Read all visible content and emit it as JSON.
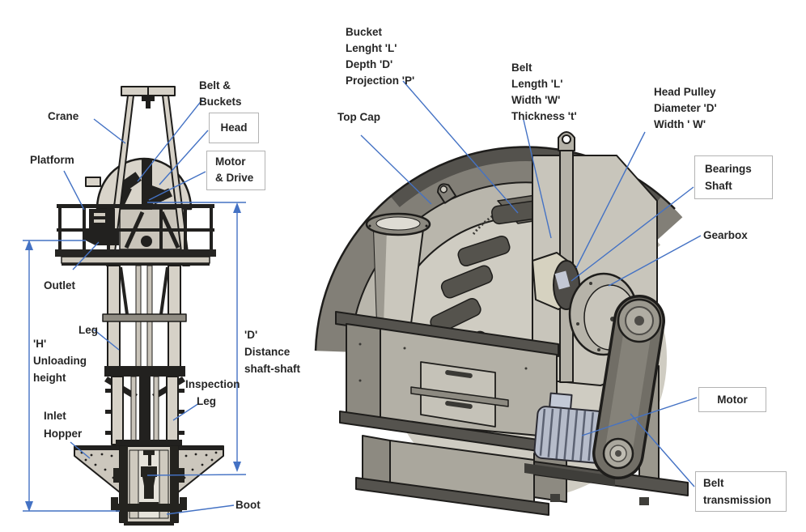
{
  "canvas": {
    "background": "#ffffff"
  },
  "colors": {
    "leader_blue": "#4472c4",
    "label_text": "#262626",
    "label_box_border": "#b3b3b3",
    "line_art_dark": "#1e1d1b",
    "fill_light": "#d6d1c7",
    "fill_mid_gray": "#8f8b82",
    "motor_blue_gray": "#b6bcca"
  },
  "left_diagram": {
    "labels": {
      "crane": "Crane",
      "platform": "Platform",
      "belt_buckets": {
        "l1": "Belt &",
        "l2": "Buckets"
      },
      "head": "Head",
      "motor_drive": {
        "l1": "Motor",
        "l2": "& Drive"
      },
      "outlet": "Outlet",
      "leg": "Leg",
      "h_dim": {
        "l1": "'H'",
        "l2": "Unloading",
        "l3": "height"
      },
      "d_dim": {
        "l1": "'D'",
        "l2": "Distance",
        "l3": "shaft-shaft"
      },
      "inspection_leg": {
        "l1": "Inspection",
        "l2": "Leg"
      },
      "inlet_hopper": {
        "l1": "Inlet",
        "l2": "Hopper"
      },
      "boot": "Boot"
    }
  },
  "right_diagram": {
    "labels": {
      "bucket": {
        "l1": "Bucket",
        "l2": "Lenght 'L'",
        "l3": "Depth 'D'",
        "l4": "Projection 'P'"
      },
      "top_cap": "Top Cap",
      "belt": {
        "l1": "Belt",
        "l2": "Length 'L'",
        "l3": "Width 'W'",
        "l4": "Thickness 't'"
      },
      "head_pulley": {
        "l1": "Head Pulley",
        "l2": "Diameter 'D'",
        "l3": "Width ' W'"
      },
      "bearings_shaft": {
        "l1": "Bearings",
        "l2": "Shaft"
      },
      "gearbox": "Gearbox",
      "motor": "Motor",
      "belt_transmission": {
        "l1": "Belt",
        "l2": "transmission"
      }
    }
  }
}
